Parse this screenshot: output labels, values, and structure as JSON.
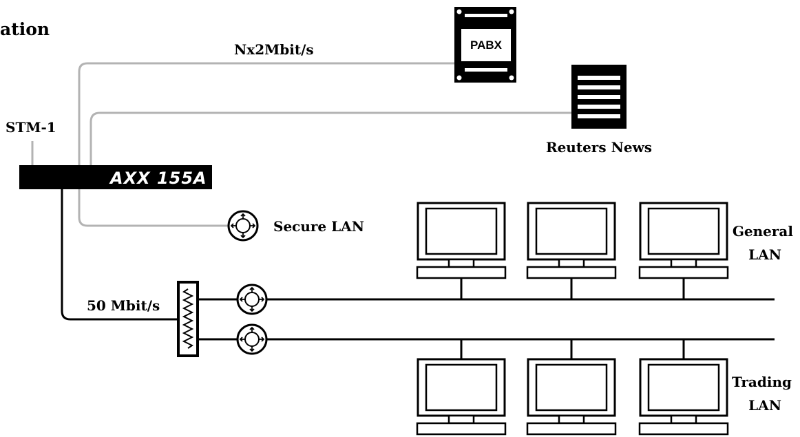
{
  "title": "ation",
  "labels": {
    "link_top": "Nx2Mbit/s",
    "stm": "STM-1",
    "rate": "50 Mbit/s",
    "reuters": "Reuters News",
    "secure": "Secure LAN",
    "general_1": "General",
    "general_2": "LAN",
    "trading_1": "Trading",
    "trading_2": "LAN"
  },
  "device": {
    "brand": "AXX 155A",
    "pabx": "PABX"
  },
  "icons": {
    "hub": "network-hub-icon",
    "computer": "computer-icon",
    "server": "server-icon",
    "filter": "filter-icon"
  },
  "colors": {
    "line": "#000000",
    "grey_line": "#b3b3b3",
    "device": "#000000"
  }
}
